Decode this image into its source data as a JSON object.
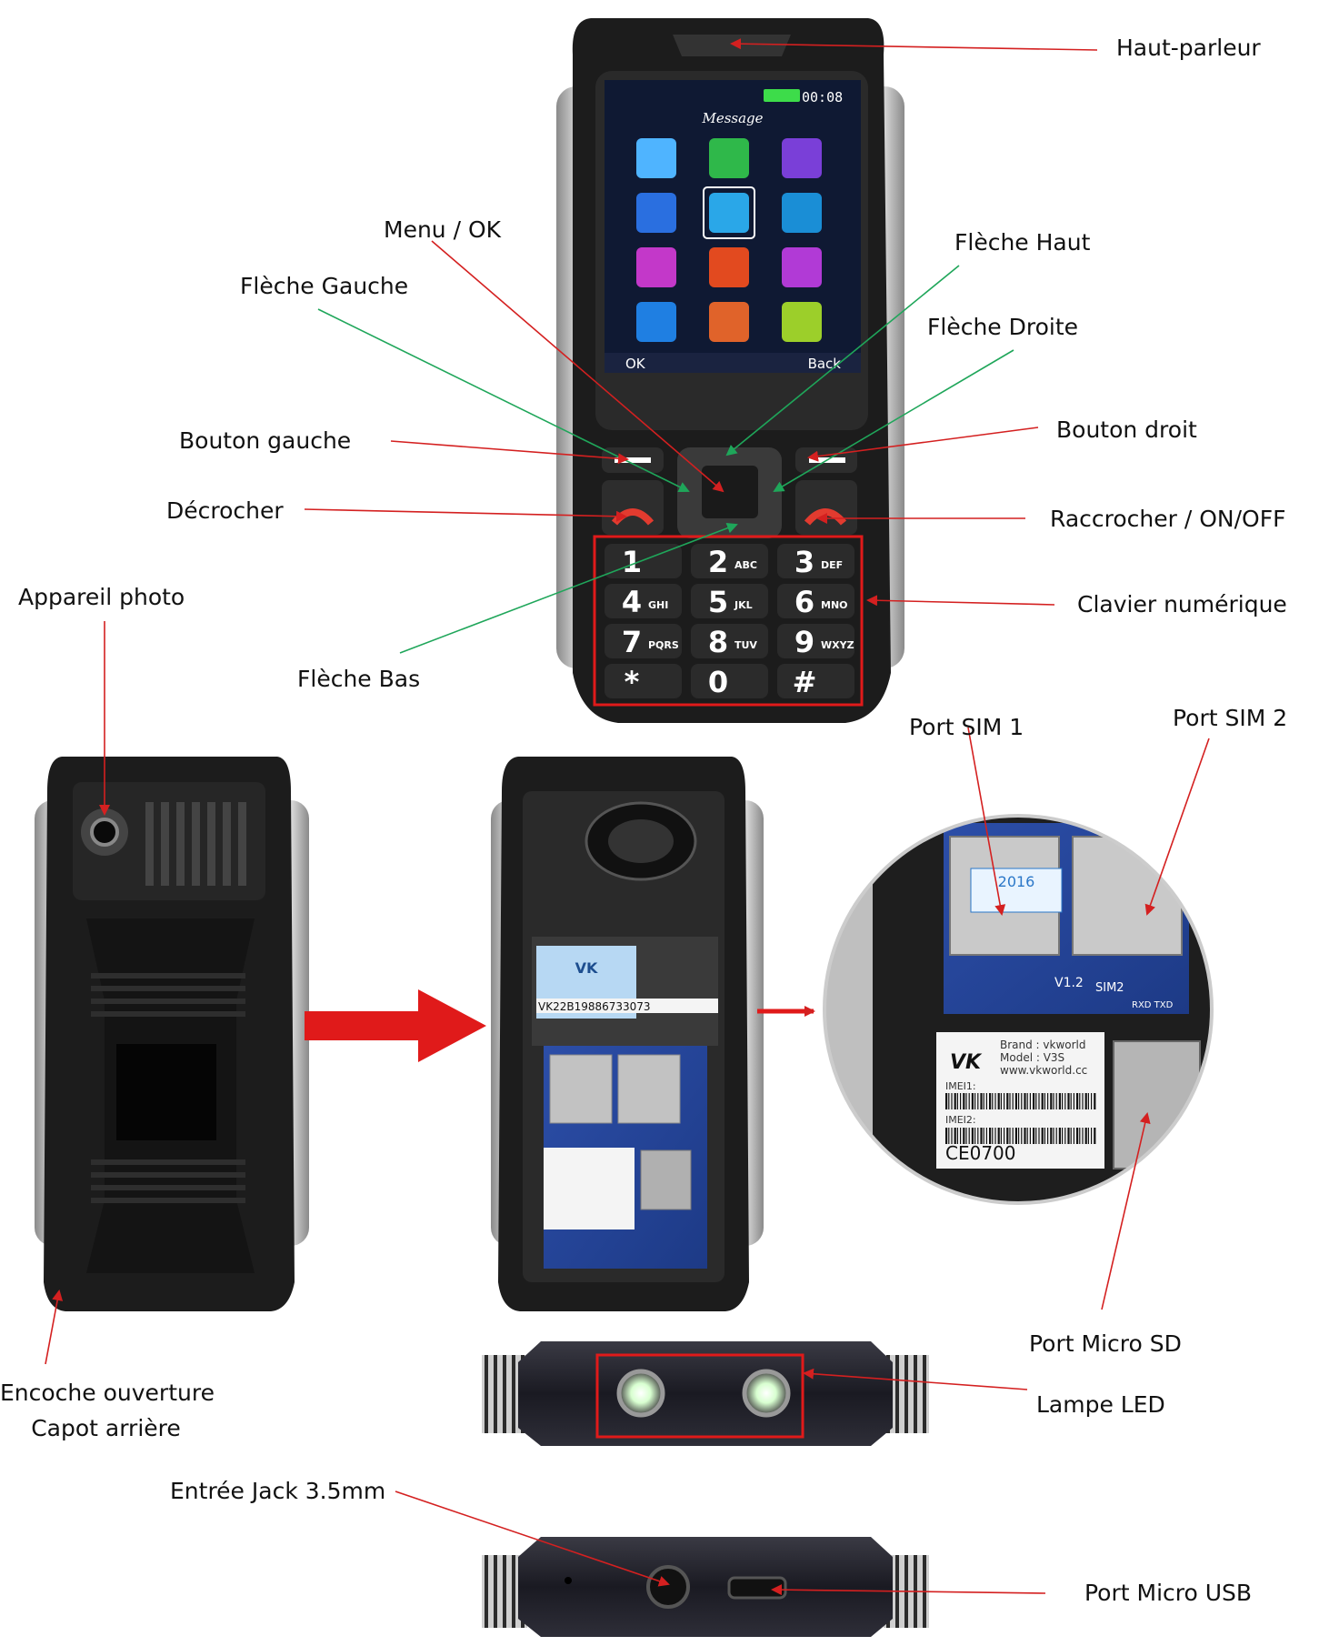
{
  "phone_screen": {
    "clock": "00:08",
    "title": "Message",
    "softkey_left": "OK",
    "softkey_right": "Back"
  },
  "keypad": [
    {
      "digit": "1",
      "letters": ""
    },
    {
      "digit": "2",
      "letters": "ABC"
    },
    {
      "digit": "3",
      "letters": "DEF"
    },
    {
      "digit": "4",
      "letters": "GHI"
    },
    {
      "digit": "5",
      "letters": "JKL"
    },
    {
      "digit": "6",
      "letters": "MNO"
    },
    {
      "digit": "7",
      "letters": "PQRS"
    },
    {
      "digit": "8",
      "letters": "TUV"
    },
    {
      "digit": "9",
      "letters": "WXYZ"
    },
    {
      "digit": "*",
      "letters": ""
    },
    {
      "digit": "0",
      "letters": ""
    },
    {
      "digit": "#",
      "letters": ""
    }
  ],
  "sticker": {
    "serial": "VK22B19886733073",
    "serial_zoom": "22B19886733073",
    "brand": "Brand : vkworld",
    "model": "Model : V3S",
    "site": "www.vkworld.cc",
    "imei1": "IMEI1:",
    "imei2": "IMEI2:",
    "ce": "CE0700",
    "logo": "VK",
    "year": "2016",
    "board_v": "V1.2",
    "board_sim2": "SIM2",
    "board_rxd": "RXD TXD"
  },
  "labels": {
    "haut_parleur": "Haut-parleur",
    "menu_ok": "Menu / OK",
    "fleche_haut": "Flèche Haut",
    "fleche_gauche": "Flèche Gauche",
    "fleche_droite": "Flèche Droite",
    "bouton_gauche": "Bouton gauche",
    "bouton_droit": "Bouton droit",
    "decrocher": "Décrocher",
    "raccrocher": "Raccrocher / ON/OFF",
    "appareil_photo": "Appareil photo",
    "clavier": "Clavier numérique",
    "fleche_bas": "Flèche Bas",
    "port_sim1": "Port SIM 1",
    "port_sim2": "Port SIM 2",
    "encoche_l1": "Encoche ouverture",
    "encoche_l2": "Capot arrière",
    "port_micro_sd": "Port Micro SD",
    "lampe_led": "Lampe LED",
    "entree_jack": "Entrée Jack 3.5mm",
    "port_micro_usb": "Port Micro USB"
  },
  "colors": {
    "red_line": "#d42020",
    "green_line": "#1fa65a",
    "phone_body": "#1c1c1c",
    "silver": "#c8c8c8",
    "screen_bg": "#0f1933"
  }
}
